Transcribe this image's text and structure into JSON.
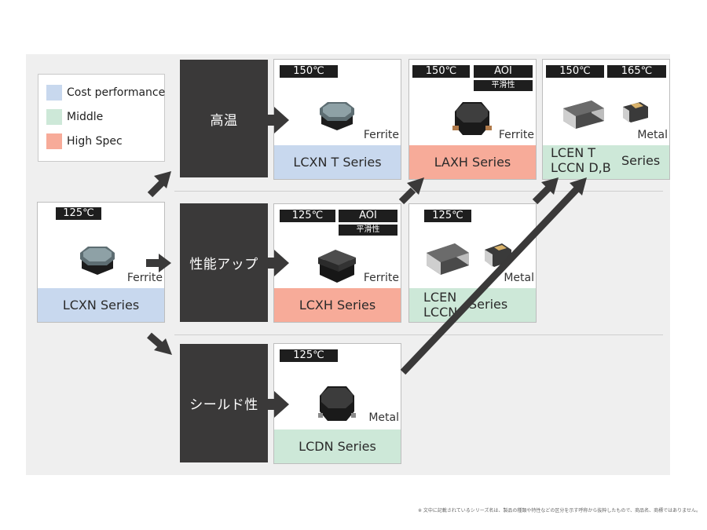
{
  "legend": {
    "items": [
      {
        "label": "Cost performance",
        "color": "#c8d8ee"
      },
      {
        "label": "Middle",
        "color": "#cde8d8"
      },
      {
        "label": "High Spec",
        "color": "#f7ab99"
      }
    ]
  },
  "categories": {
    "high_temp": "高温",
    "performance_up": "性能アップ",
    "shielded": "シールド性"
  },
  "cards": {
    "lcxn": {
      "temp": "125℃",
      "material": "Ferrite",
      "series": "LCXN Series"
    },
    "lcxn_t": {
      "temp": "150℃",
      "material": "Ferrite",
      "series": "LCXN T Series"
    },
    "laxh": {
      "temp": "150℃",
      "aoi": "AOI",
      "smooth": "平滑性",
      "material": "Ferrite",
      "series": "LAXH Series"
    },
    "lcen_t": {
      "temp1": "150℃",
      "temp2": "165℃",
      "material": "Metal",
      "line1": "LCEN T",
      "line2": "LCCN D,B",
      "series_word": "Series"
    },
    "lcxh": {
      "temp": "125℃",
      "aoi": "AOI",
      "smooth": "平滑性",
      "material": "Ferrite",
      "series": "LCXH Series"
    },
    "lcen": {
      "temp": "125℃",
      "material": "Metal",
      "line1": "LCEN",
      "line2": "LCCN",
      "series_word": "Series"
    },
    "lcdn": {
      "temp": "125℃",
      "material": "Metal",
      "series": "LCDN Series"
    }
  },
  "footnote": "※ 文中に記載されているシリーズ名は、製品の種類や特性などの区分を示す呼称から抜粋したもので、商品名、商標ではありません。"
}
